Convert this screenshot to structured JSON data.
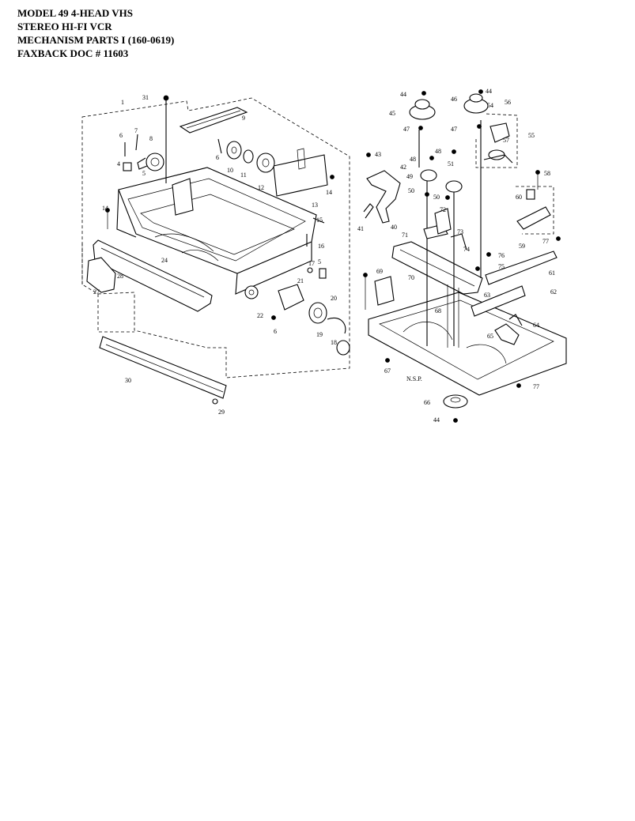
{
  "header": {
    "line1": "MODEL 49 4-HEAD VHS",
    "line2": "STEREO HI-FI VCR",
    "line3": "MECHANISM PARTS I  (160-0619)",
    "line4": "FAXBACK DOC # 11603"
  },
  "callouts": {
    "c1": "1",
    "c4": "4",
    "c5": "5",
    "c6": "6",
    "c7": "7",
    "c8": "8",
    "c9": "9",
    "c10": "10",
    "c11": "11",
    "c12": "12",
    "c13": "13",
    "c14": "14",
    "c14b": "14",
    "c15": "15",
    "c16": "16",
    "c17": "17",
    "c18": "18",
    "c19": "19",
    "c20": "20",
    "c21": "21",
    "c22": "22",
    "c24": "24",
    "c27": "27",
    "c28": "28",
    "c29": "29",
    "c30": "30",
    "c31": "31",
    "c40": "40",
    "c41": "41",
    "c42": "42",
    "c43": "43",
    "c44": "44",
    "c44b": "44",
    "c44c": "44",
    "c45": "45",
    "c46": "46",
    "c47": "47",
    "c47b": "47",
    "c48": "48",
    "c48b": "48",
    "c49": "49",
    "c50": "50",
    "c50b": "50",
    "c51": "51",
    "c54": "54",
    "c55": "55",
    "c56": "56",
    "c57": "57",
    "c58": "58",
    "c59": "59",
    "c60": "60",
    "c61": "61",
    "c62": "62",
    "c63": "63",
    "c64": "64",
    "c65": "65",
    "c66": "66",
    "c67": "67",
    "c68": "68",
    "c69": "69",
    "c70": "70",
    "c71": "71",
    "c72": "72",
    "c73": "73",
    "c74": "74",
    "c75": "75",
    "c76": "76",
    "c77": "77",
    "c77b": "77",
    "nsp": "N.S.P."
  }
}
